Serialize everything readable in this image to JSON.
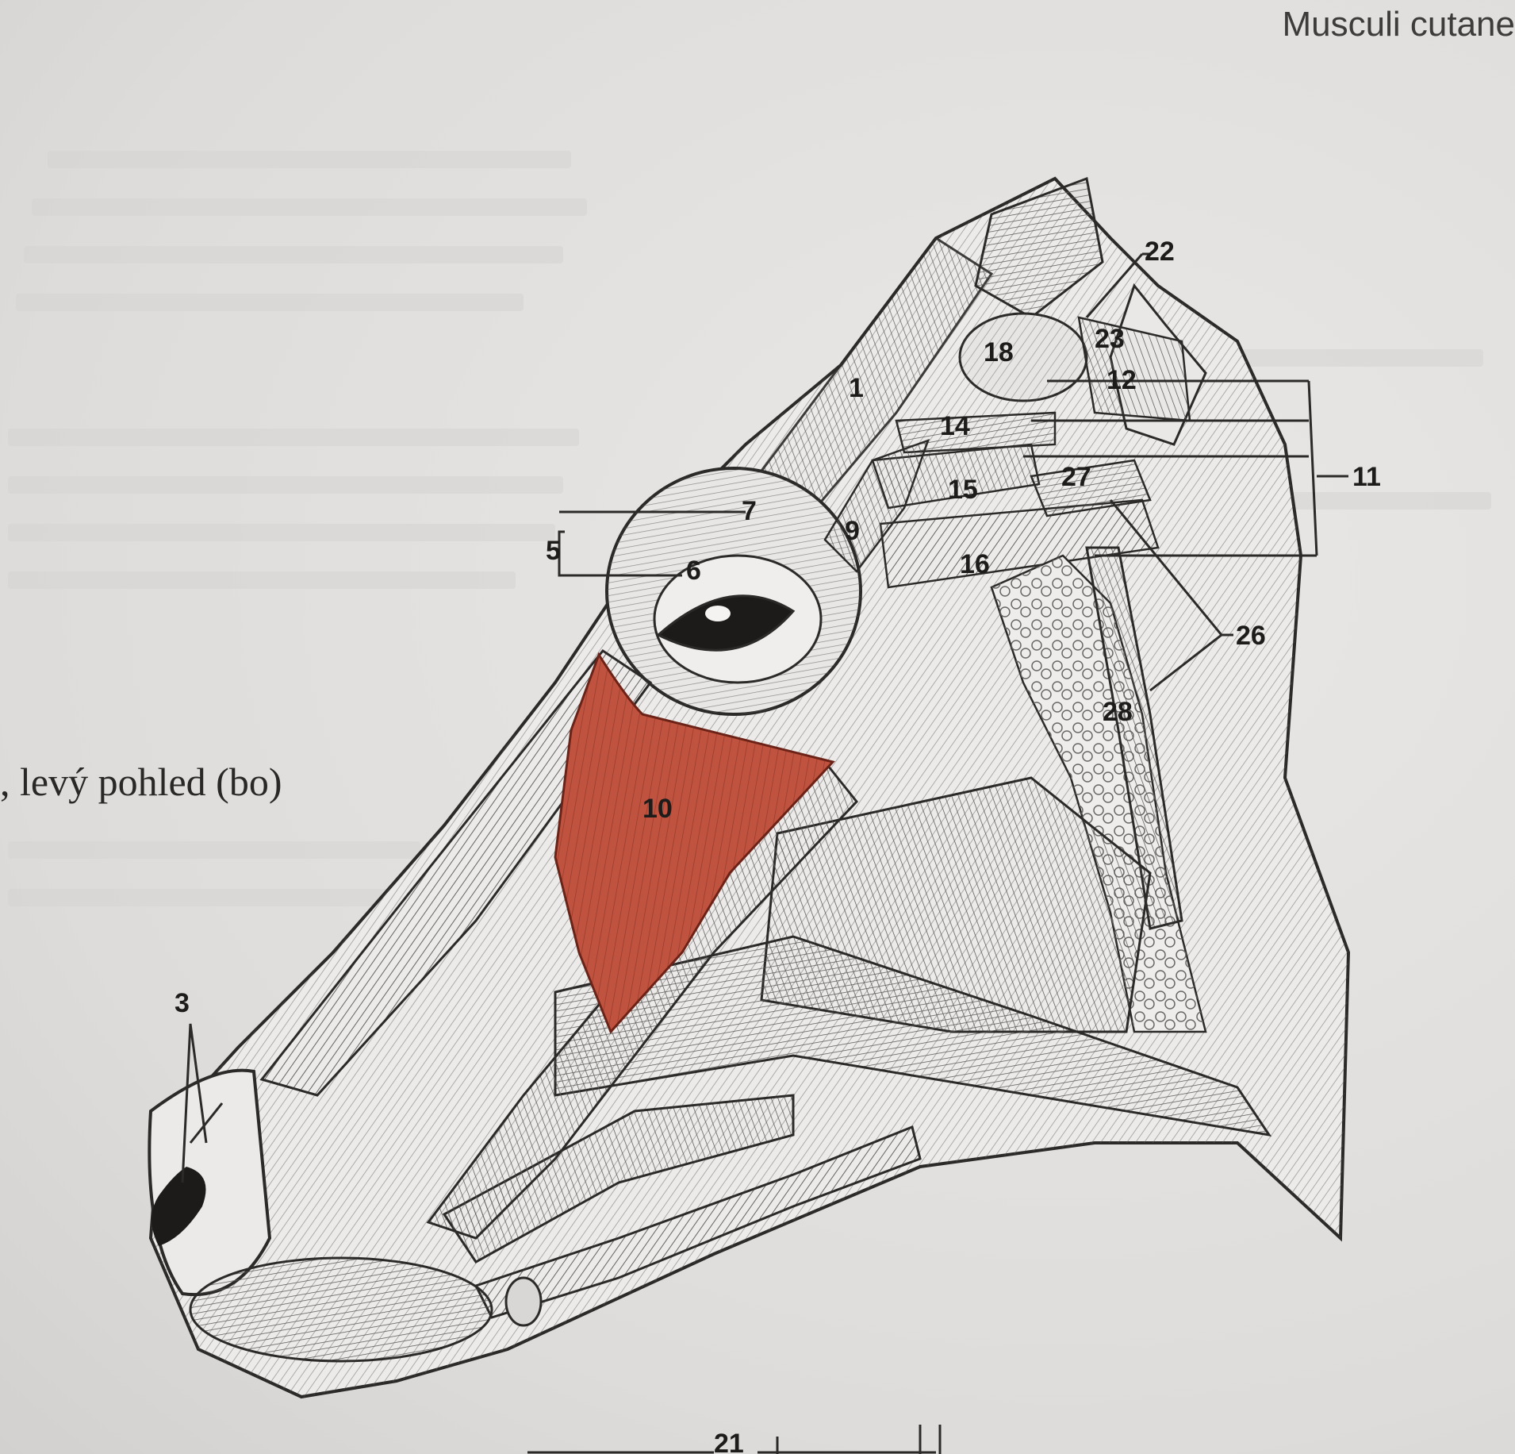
{
  "header": {
    "title": "Musculi cutane"
  },
  "caption": {
    "text": ", levý pohled (bo)"
  },
  "figure": {
    "highlight_color": "#c0533f",
    "labels": {
      "l1": "1",
      "l3": "3",
      "l5": "5",
      "l6": "6",
      "l7": "7",
      "l9": "9",
      "l10": "10",
      "l11": "11",
      "l12": "12",
      "l14": "14",
      "l15": "15",
      "l16": "16",
      "l18": "18",
      "l21": "21",
      "l22": "22",
      "l23": "23",
      "l26": "26",
      "l27": "27",
      "l28": "28"
    }
  }
}
